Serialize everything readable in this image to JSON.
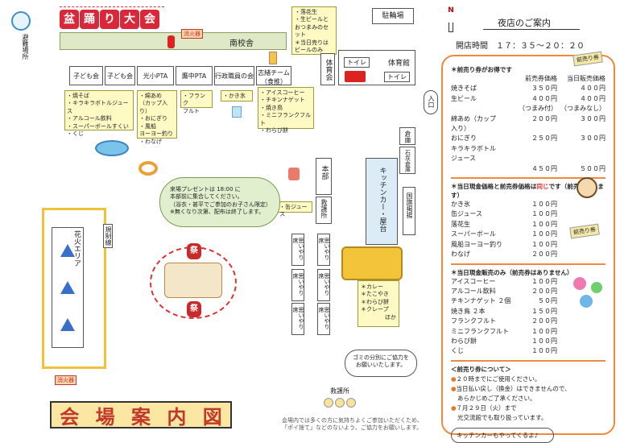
{
  "banner_title": [
    "盆",
    "踊",
    "り",
    "大",
    "会"
  ],
  "evacuation": "避難場所",
  "fire_extinguisher": "消火器",
  "school": "南校舎",
  "parking": "駐輪場",
  "gym": "体育館",
  "toilet": "トイレ",
  "entrance": "入口",
  "storage": "倉庫",
  "lime_storage": "石灰倉庫",
  "national_flag": "国旗掲揚",
  "hq": "本部",
  "first_aid": "救護所",
  "fireworks_area": "花火エリア",
  "restricted_line": "規制線",
  "kitchen_car": "キッチンカー・屋台",
  "omoiyari": "思いやり席",
  "matsuri": "祭",
  "top_stall_notes": [
    "・落花生",
    "・生ビールと",
    "おつまみのセット",
    "＊当日売りは",
    "ビールのみ"
  ],
  "stall_labels": [
    "子ども会",
    "子ども会",
    "光小PTA",
    "鷹中PTA",
    "行政職員の会",
    "志緒チーム（食推）",
    "体育会"
  ],
  "stall_items_1": [
    "・焼そば",
    "・キラキラボトルジュース",
    "・アルコール飲料",
    "・スーパーボールすくい",
    "・くじ"
  ],
  "stall_items_2": [
    "・綿あめ",
    "（カップ入り）",
    "・おにぎり",
    "・風船",
    "ヨーヨー釣り",
    "・わなげ"
  ],
  "stall_items_3": [
    "・フランク",
    "フルト"
  ],
  "stall_items_4": [
    "・かき氷"
  ],
  "stall_items_5": [
    "・アイスコーヒー",
    "・チキンナゲット",
    "・焼き鳥",
    "・ミニフランクフルト",
    "・わらび餅"
  ],
  "juice_stall": "・缶ジュース",
  "cloud_notes": [
    "来場プレゼントは 18:00 に",
    "本部前に集合してください。",
    "（浴衣・甚平でご参加のお子さん限定）",
    "※無くなり次第、配布は終了します。"
  ],
  "kitchen_menu": [
    "＊カレー",
    "＊たこやき",
    "＊わらび餅",
    "＊クレープ",
    "ほか"
  ],
  "garbage_bubble": [
    "ゴミの分別にご協力を",
    "お願いいたします。"
  ],
  "main_title": [
    "会",
    "場",
    "案",
    "内",
    "図"
  ],
  "footer_note": [
    "会場内では多くの方に気持ちよくご参加いただくため、",
    "「ポイ捨て」などのないよう、ご協力をお願いします。"
  ],
  "panel": {
    "title": "夜店のご案内",
    "hours_label": "開店時間",
    "hours": "１７：３５～２０：２０",
    "presale_badge": "前売り券",
    "sec1_title": "＊前売り券がお得です",
    "sec1_col1": "前売券価格",
    "sec1_col2": "当日販売価格",
    "sec1_rows": [
      {
        "name": "焼きそば",
        "p1": "３５０円",
        "p2": "４００円"
      },
      {
        "name": "生ビール",
        "p1": "４００円",
        "p2": "４００円"
      },
      {
        "name": "",
        "p1": "（つまみ付）",
        "p2": "（つまみなし）"
      },
      {
        "name": "綿あめ（カップ入り）",
        "p1": "２００円",
        "p2": "３００円"
      },
      {
        "name": "おにぎり",
        "p1": "２５０円",
        "p2": "３００円"
      },
      {
        "name": "キラキラボトルジュース",
        "p1": "",
        "p2": ""
      },
      {
        "name": "",
        "p1": "４５０円",
        "p2": "５００円"
      }
    ],
    "sec2_title_a": "＊当日現金価格と前売券価格は",
    "sec2_title_red": "同じ",
    "sec2_title_b": "です（前売券あります）",
    "sec2_rows": [
      {
        "name": "かき氷",
        "p": "１００円"
      },
      {
        "name": "缶ジュース",
        "p": "１００円"
      },
      {
        "name": "落花生",
        "p": "１００円"
      },
      {
        "name": "スーパーボール",
        "p": "１００円"
      },
      {
        "name": "風船ヨーヨー釣り",
        "p": "１００円"
      },
      {
        "name": "わなげ",
        "p": "２００円"
      }
    ],
    "sec3_title": "＊当日現金販売のみ（前売券はありません）",
    "sec3_rows": [
      {
        "name": "アイスコーヒー",
        "p": "１００円"
      },
      {
        "name": "アルコール飲料",
        "p": "２００円"
      },
      {
        "name": "チキンナゲット ２個",
        "p": "５０円"
      },
      {
        "name": "焼き鳥 ２本",
        "p": "１５０円"
      },
      {
        "name": "フランクフルト",
        "p": "２００円"
      },
      {
        "name": "ミニフランクフルト",
        "p": "１００円"
      },
      {
        "name": "わらび餅",
        "p": "１００円"
      },
      {
        "name": "くじ",
        "p": "１００円"
      }
    ],
    "notes_title": "＜前売り券について＞",
    "notes": [
      "２０時までにご使用ください。",
      "当日払い戻し（換金）はできませんので、",
      "あらかじめご了承ください。",
      "７月２９日（火）まで",
      "光交流館でも取り扱っています。"
    ],
    "bubble": "キッチンカーもやってくるよ♪"
  },
  "compass": "N"
}
